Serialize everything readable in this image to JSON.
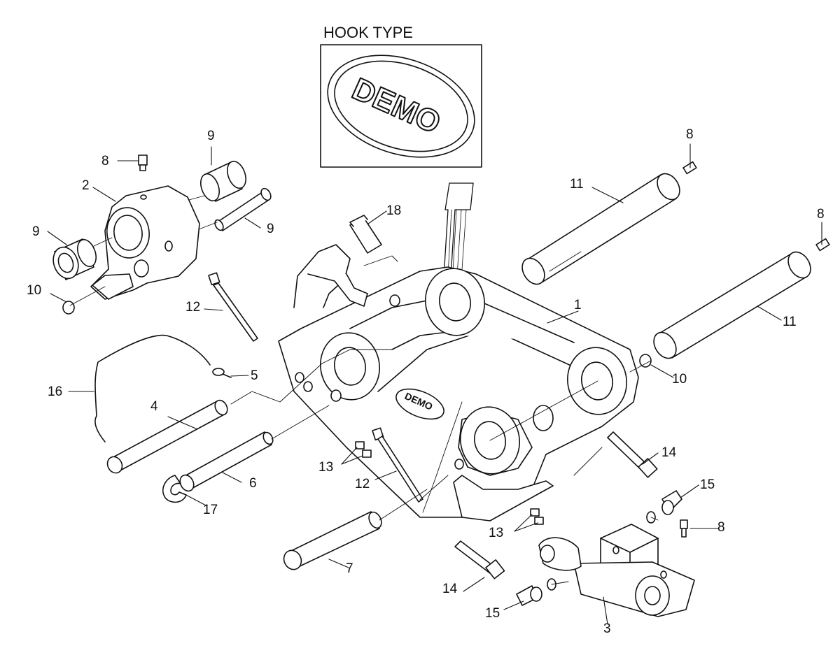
{
  "inset": {
    "title": "HOOK TYPE",
    "logo_text": "DEMO"
  },
  "callouts": [
    {
      "id": "c1",
      "label": "1"
    },
    {
      "id": "c2",
      "label": "2"
    },
    {
      "id": "c3",
      "label": "3"
    },
    {
      "id": "c4",
      "label": "4"
    },
    {
      "id": "c5",
      "label": "5"
    },
    {
      "id": "c6",
      "label": "6"
    },
    {
      "id": "c7",
      "label": "7"
    },
    {
      "id": "c8a",
      "label": "8"
    },
    {
      "id": "c8b",
      "label": "8"
    },
    {
      "id": "c8c",
      "label": "8"
    },
    {
      "id": "c8d",
      "label": "8"
    },
    {
      "id": "c9a",
      "label": "9"
    },
    {
      "id": "c9b",
      "label": "9"
    },
    {
      "id": "c9c",
      "label": "9"
    },
    {
      "id": "c10a",
      "label": "10"
    },
    {
      "id": "c10b",
      "label": "10"
    },
    {
      "id": "c11a",
      "label": "11"
    },
    {
      "id": "c11b",
      "label": "11"
    },
    {
      "id": "c12a",
      "label": "12"
    },
    {
      "id": "c12b",
      "label": "12"
    },
    {
      "id": "c13a",
      "label": "13"
    },
    {
      "id": "c13b",
      "label": "13"
    },
    {
      "id": "c14a",
      "label": "14"
    },
    {
      "id": "c14b",
      "label": "14"
    },
    {
      "id": "c15a",
      "label": "15"
    },
    {
      "id": "c15b",
      "label": "15"
    },
    {
      "id": "c16",
      "label": "16"
    },
    {
      "id": "c17",
      "label": "17"
    },
    {
      "id": "c18",
      "label": "18"
    }
  ]
}
